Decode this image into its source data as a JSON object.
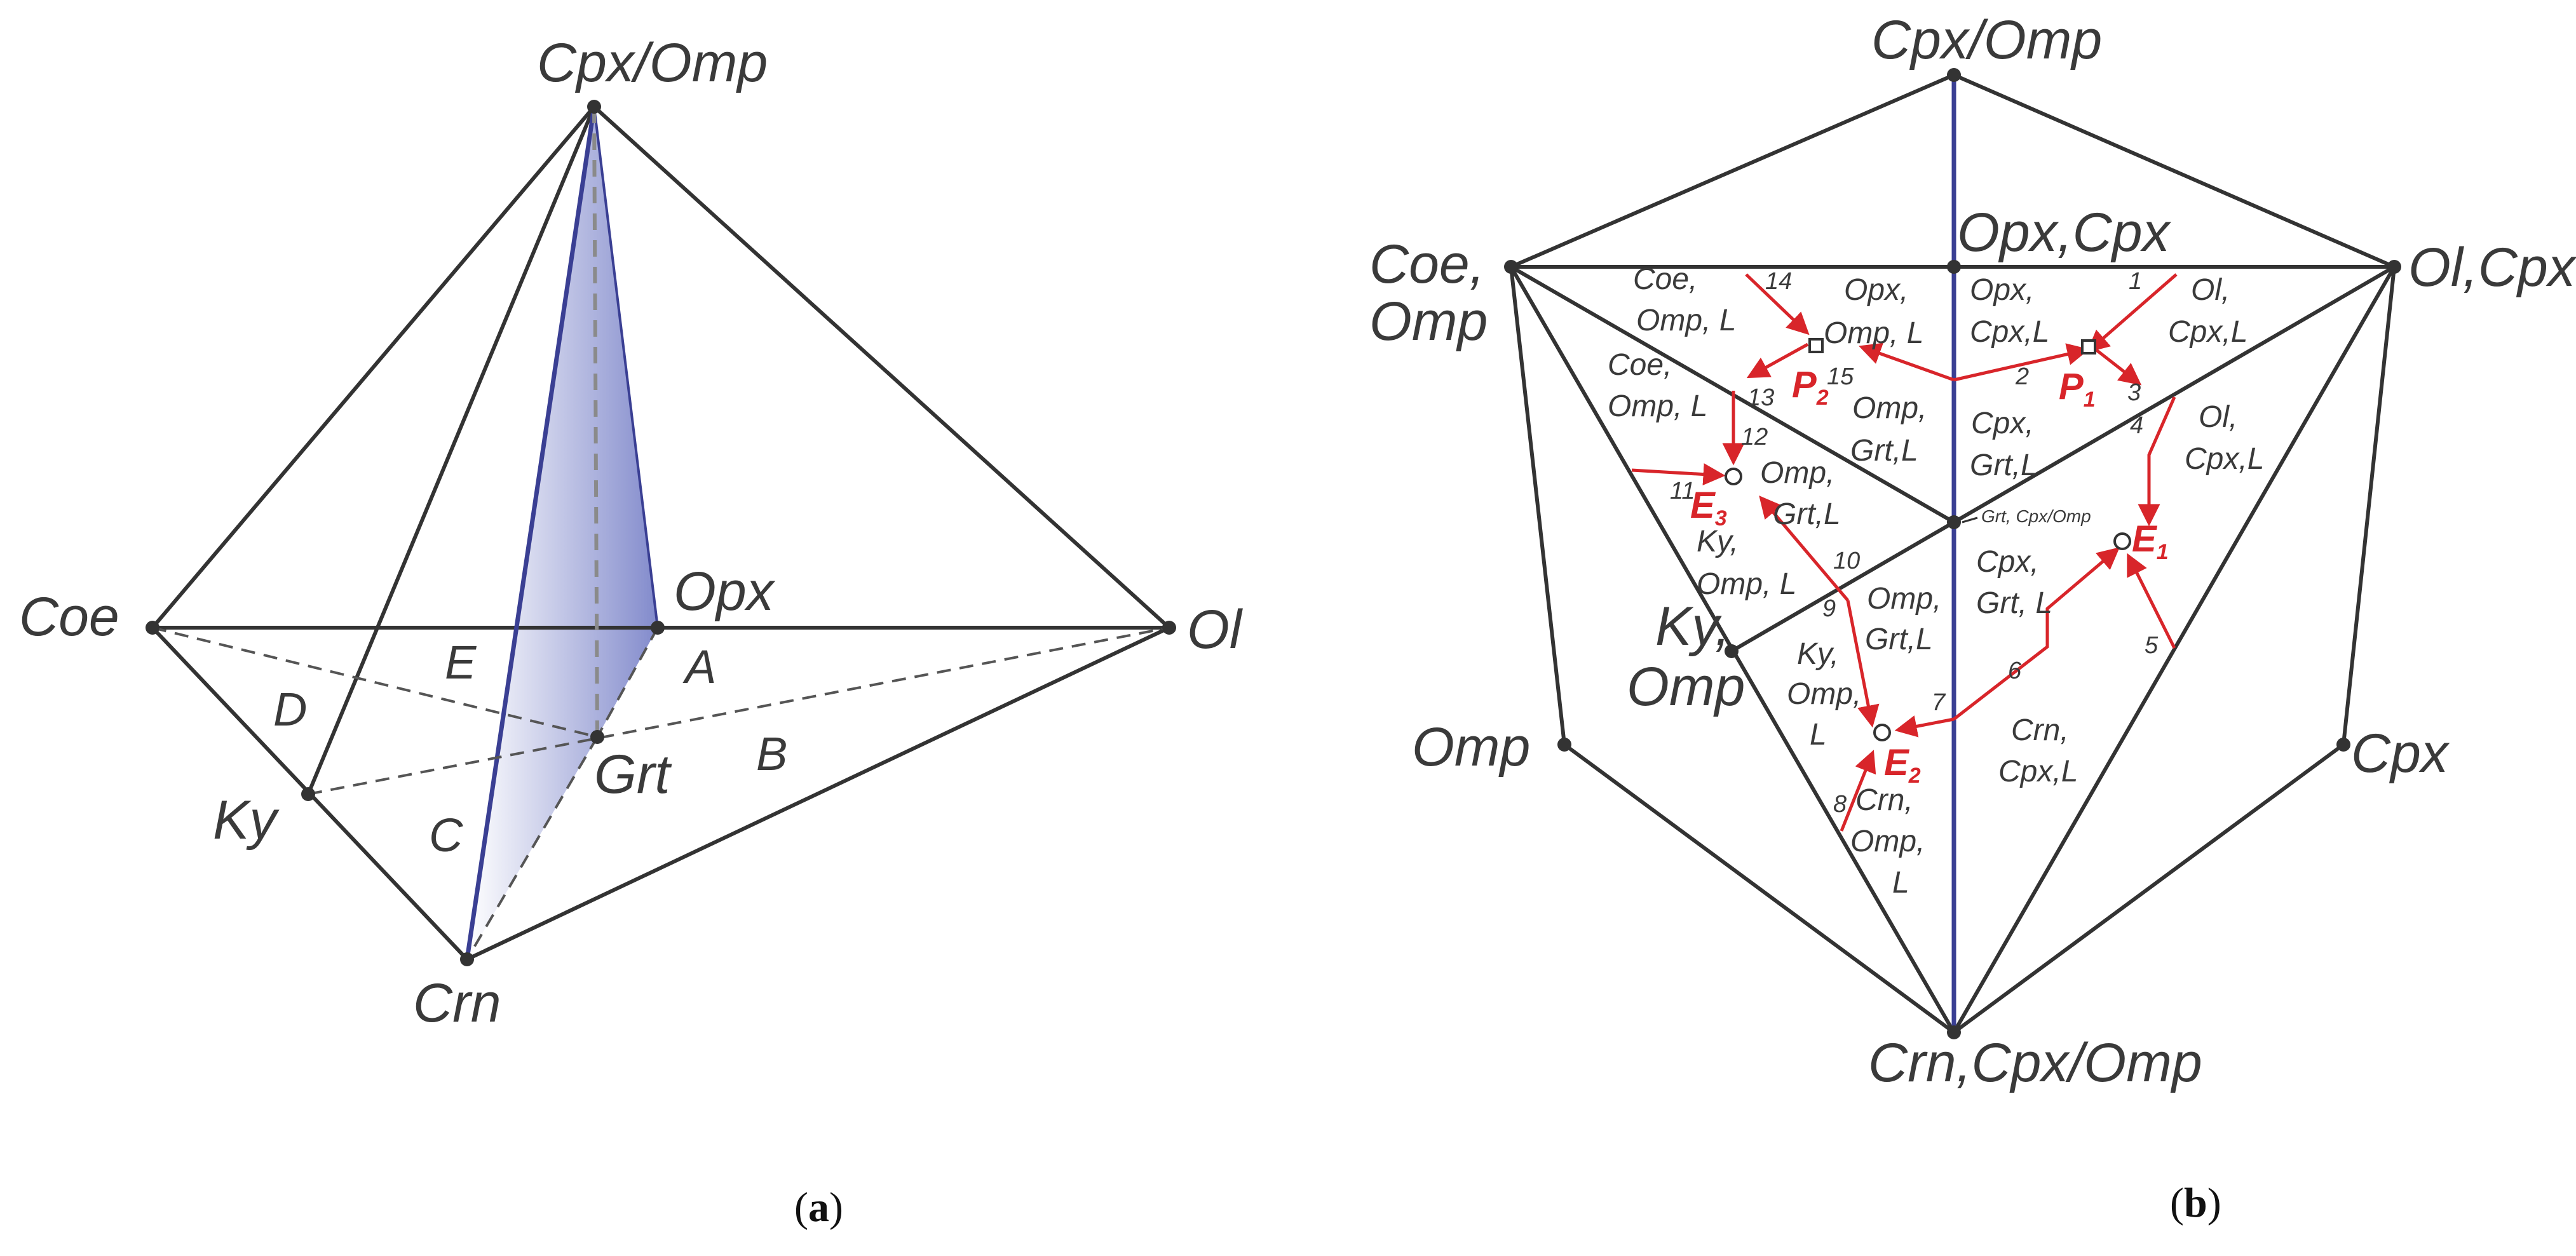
{
  "panel_a": {
    "tag_open": "(",
    "tag_letter": "a",
    "tag_close": ")",
    "vertices": {
      "cpx_omp": "Cpx/Omp",
      "coe": "Coe",
      "opx": "Opx",
      "ol": "Ol",
      "ky": "Ky",
      "crn": "Crn",
      "grt": "Grt"
    },
    "faces": {
      "a": "A",
      "b": "B",
      "c": "C",
      "d": "D",
      "e": "E"
    }
  },
  "panel_b": {
    "tag_open": "(",
    "tag_letter": "b",
    "tag_close": ")",
    "corners": {
      "top": "Cpx/Omp",
      "coe_omp_1": "Coe,",
      "coe_omp_2": "Omp",
      "ol_cpx": "Ol,Cpx",
      "omp": "Omp",
      "cpx": "Cpx",
      "bottom": "Crn,Cpx/Omp",
      "opx_cpx": "Opx,Cpx",
      "ky_omp_1": "Ky,",
      "ky_omp_2": "Omp",
      "center": "Grt, Cpx/Omp"
    },
    "fields": {
      "f1": [
        "Coe,",
        "Omp, L"
      ],
      "f2": [
        "Opx,",
        "Omp, L"
      ],
      "f3": [
        "Opx,",
        "Cpx,L"
      ],
      "f4": [
        "Ol,",
        "Cpx,L"
      ],
      "f5": [
        "Coe,",
        "Omp, L"
      ],
      "f6": [
        "Omp,",
        "Grt,L"
      ],
      "f7": [
        "Cpx,",
        "Grt,L"
      ],
      "f8": [
        "Ol,",
        "Cpx,L"
      ],
      "f9": [
        "Omp,",
        "Grt,L"
      ],
      "f10": [
        "Ky,",
        "Omp, L"
      ],
      "f11": [
        "Cpx,",
        "Grt, L"
      ],
      "f12": [
        "Omp,",
        "Grt,L"
      ],
      "f13": [
        "Ky,",
        "Omp,",
        "L"
      ],
      "f14": [
        "Crn,",
        "Cpx,L"
      ],
      "f15": [
        "Crn,",
        "Omp,",
        "L"
      ]
    },
    "curve_numbers": [
      "1",
      "2",
      "3",
      "4",
      "5",
      "6",
      "7",
      "8",
      "9",
      "10",
      "11",
      "12",
      "13",
      "14",
      "15"
    ],
    "points": {
      "p1": "P",
      "p1_sub": "1",
      "p2": "P",
      "p2_sub": "2",
      "e1": "E",
      "e1_sub": "1",
      "e2": "E",
      "e2_sub": "2",
      "e3": "E",
      "e3_sub": "3"
    }
  },
  "colors": {
    "edge": "#333333",
    "blue_edge": "#3a3f93",
    "reaction_curve": "#d8252a",
    "section_fill": "#7b84c9"
  }
}
